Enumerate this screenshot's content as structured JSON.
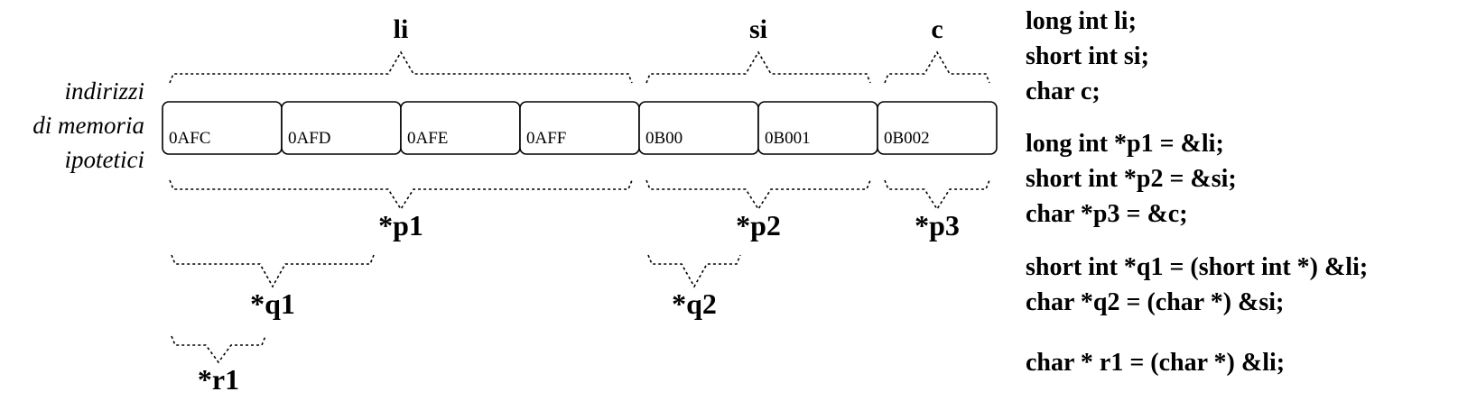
{
  "side_label": [
    "indirizzi",
    "di memoria",
    "ipotetici"
  ],
  "cells": [
    "0AFC",
    "0AFD",
    "0AFE",
    "0AFF",
    "0B00",
    "0B001",
    "0B002"
  ],
  "variables_top": [
    {
      "label": "li",
      "span_cells": [
        0,
        3
      ]
    },
    {
      "label": "si",
      "span_cells": [
        4,
        5
      ]
    },
    {
      "label": "c",
      "span_cells": [
        6,
        6
      ]
    }
  ],
  "pointers": [
    {
      "label": "*p1",
      "span_cells": [
        0,
        3
      ]
    },
    {
      "label": "*p2",
      "span_cells": [
        4,
        5
      ]
    },
    {
      "label": "*p3",
      "span_cells": [
        6,
        6
      ]
    },
    {
      "label": "*q1",
      "span_cells": [
        0,
        1
      ]
    },
    {
      "label": "*q2",
      "span_cells": [
        4,
        4
      ]
    },
    {
      "label": "*r1",
      "span_cells": [
        0,
        0
      ]
    }
  ],
  "code_lines": [
    "long int li;",
    "short int si;",
    "char c;",
    "long int *p1 = &li;",
    "short int *p2 = &si;",
    "char *p3 = &c;",
    "short int *q1 = (short int *) &li;",
    "char *q2 = (char *) &si;",
    "char * r1 = (char *) &li;"
  ]
}
